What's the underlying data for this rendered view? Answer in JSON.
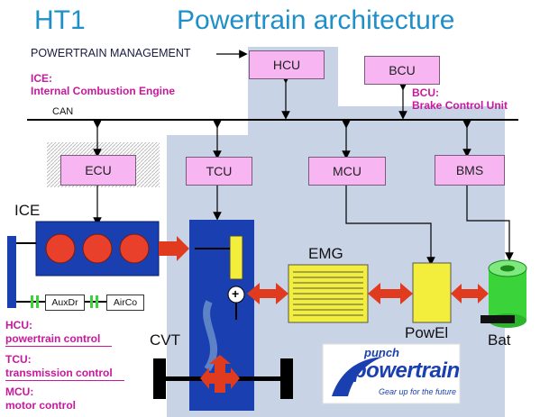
{
  "title": {
    "code": "HT1",
    "main": "Powertrain architecture"
  },
  "management_label": "POWERTRAIN MANAGEMENT",
  "bus_label": "CAN",
  "notes": {
    "ice_abbr": "ICE:",
    "ice_full": "Internal Combustion Engine",
    "bcu_abbr": "BCU:",
    "bcu_full": "Brake Control Unit"
  },
  "controllers": {
    "hcu": "HCU",
    "bcu": "BCU",
    "ecu": "ECU",
    "tcu": "TCU",
    "mcu": "MCU",
    "bms": "BMS"
  },
  "components": {
    "ice": "ICE",
    "cvt": "CVT",
    "emg": "EMG",
    "powel": "PowEl",
    "bat": "Bat",
    "auxdr": "AuxDr",
    "airco": "AirCo",
    "plus": "+"
  },
  "legend": [
    {
      "abbr": "HCU:",
      "desc": "powertrain control"
    },
    {
      "abbr": "TCU:",
      "desc": "transmission control"
    },
    {
      "abbr": "MCU:",
      "desc": "motor control"
    }
  ],
  "logo": {
    "brand_top": "punch",
    "brand_main": "powertrain",
    "tagline": "Gear up for the future"
  },
  "colors": {
    "bg_panel": "#c9d3e6",
    "controller": "#f7b5f2",
    "engine": "#1a3fb0",
    "cylinder": "#e8402a",
    "arrow": "#e03a1f",
    "emg": "#f3ee3c",
    "battery": "#3ad43a",
    "title": "#1f8fc9",
    "note": "#c8189c"
  }
}
